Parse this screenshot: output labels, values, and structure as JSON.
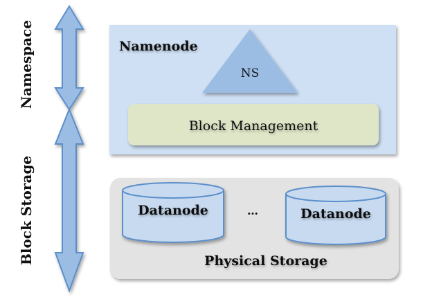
{
  "side_labels": {
    "namespace": "Namespace",
    "block_storage": "Block Storage"
  },
  "namenode": {
    "title": "Namenode",
    "namespace_shape": "NS",
    "block_management": "Block Management"
  },
  "physical_storage": {
    "title": "Physical Storage",
    "datanodes": [
      "Datanode",
      "Datanode"
    ],
    "ellipsis": "…"
  },
  "colors": {
    "arrow_fill": "#9bbde4",
    "arrow_stroke": "#5b8fca",
    "namenode_bg": "#cfe0f4",
    "triangle_fill": "#9bbde4",
    "block_mgmt_bg": "#dfe6c7",
    "physical_bg": "#e3e3e3",
    "cylinder_fill": "#c7daf0",
    "cylinder_stroke": "#5b8fca"
  }
}
